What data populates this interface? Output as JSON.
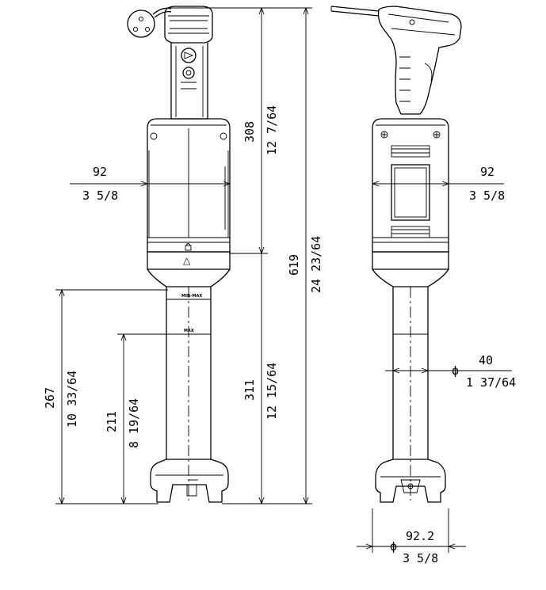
{
  "dimensions": {
    "body_width_left": {
      "mm": "92",
      "inch": "3 5/8"
    },
    "body_width_right": {
      "mm": "92",
      "inch": "3 5/8"
    },
    "motor_height": {
      "mm": "308",
      "inch": "12 7/64"
    },
    "overall_height": {
      "mm": "619",
      "inch": "24 23/64"
    },
    "shaft_length": {
      "mm": "311",
      "inch": "12 15/64"
    },
    "max_immersion": {
      "mm": "267",
      "inch": "10 33/64"
    },
    "min_immersion": {
      "mm": "211",
      "inch": "8 19/64"
    },
    "shaft_diameter": {
      "prefix": "ϕ",
      "mm": "40",
      "inch": "1 37/64"
    },
    "bell_diameter": {
      "prefix": "ϕ",
      "mm": "92.2",
      "inch": "3 5/8"
    }
  },
  "shaft_marks": {
    "upper": "MIN–MAX",
    "lower": "MAX"
  },
  "symbols": {
    "triangle": "△"
  }
}
